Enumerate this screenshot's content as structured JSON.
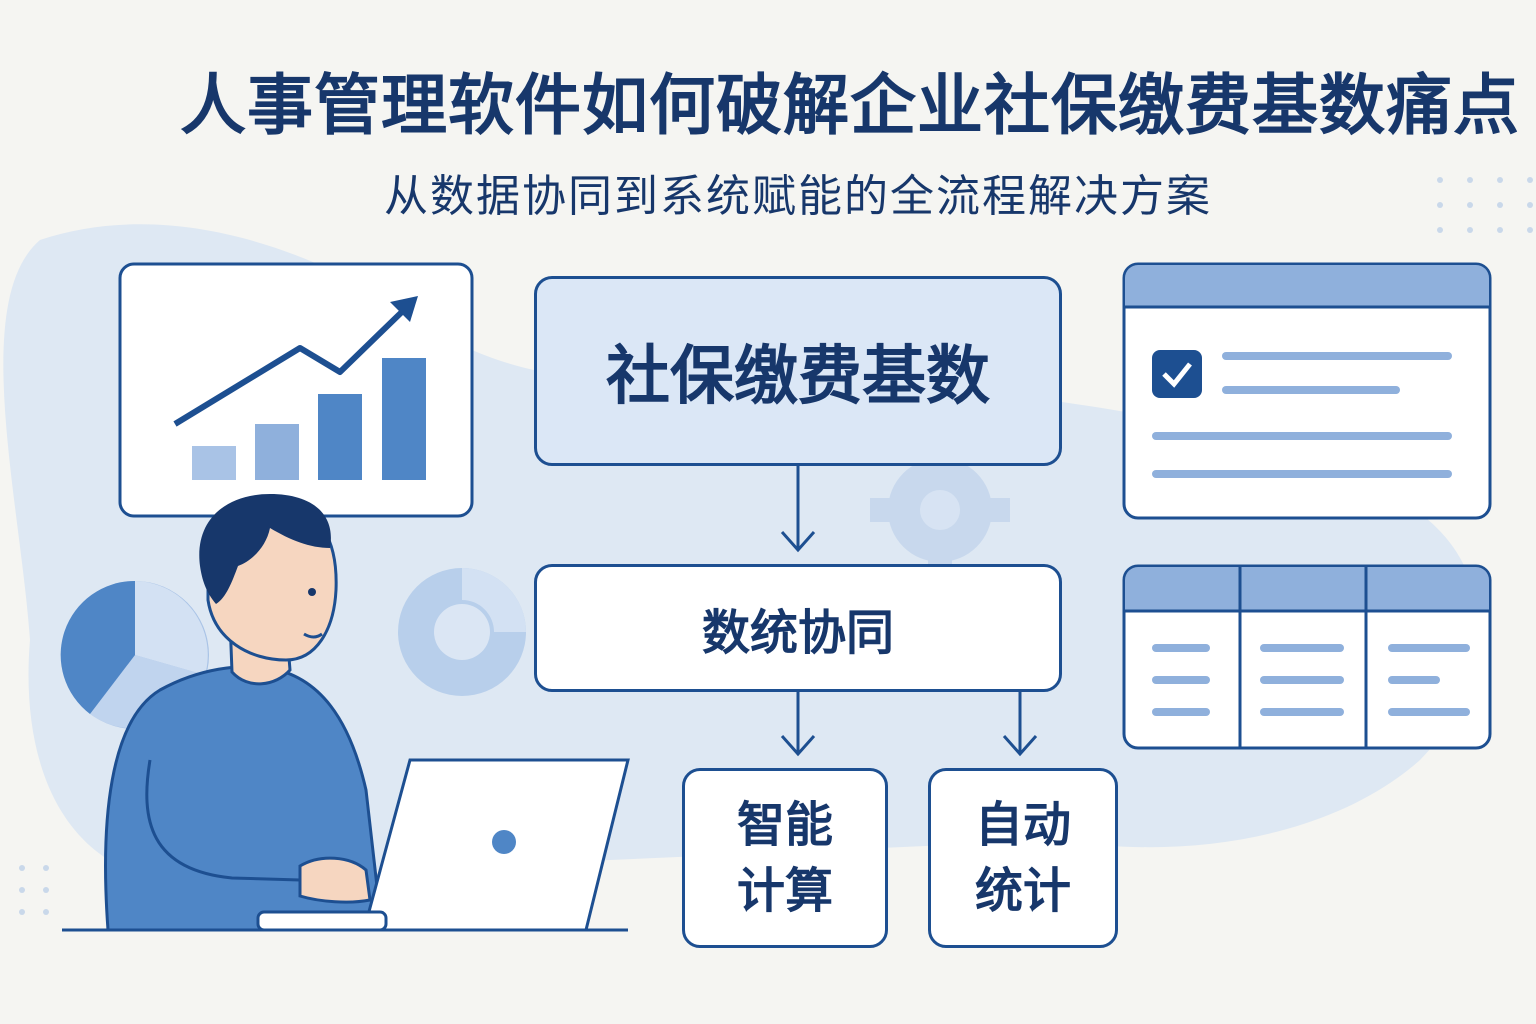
{
  "header": {
    "title": "人事管理软件如何破解企业社保缴费基数痛点",
    "subtitle": "从数据协同到系统赋能的全流程解决方案"
  },
  "flow": {
    "main_node": "社保缴费基数",
    "sync_node": "数统协同",
    "smart_node": "智能\n计算",
    "auto_node": "自动\n统计"
  },
  "colors": {
    "primary": "#1d4f91",
    "title": "#17376b",
    "accent_light": "#dbe7f6",
    "blob": "#d6e3f3",
    "bar": "#4f86c6"
  },
  "icons": [
    "growth-chart-icon",
    "checklist-window-icon",
    "table-window-icon",
    "pie-chart-icon",
    "donut-chart-icon",
    "gear-icon",
    "person-at-laptop-illustration"
  ]
}
